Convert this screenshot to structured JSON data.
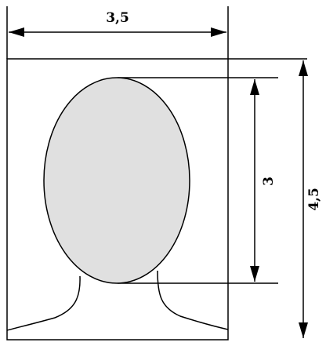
{
  "dimensions": {
    "width_label": "3,5",
    "total_height_label": "4,5",
    "face_height_label": "3"
  },
  "colors": {
    "line": "#000000",
    "face_fill": "#e0e0e0",
    "background": "#ffffff"
  }
}
